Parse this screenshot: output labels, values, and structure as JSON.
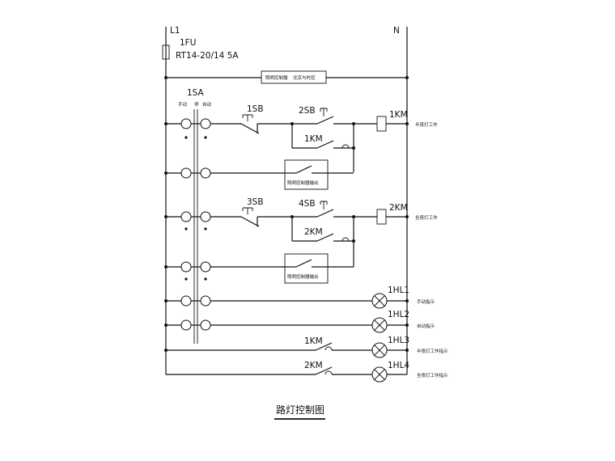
{
  "supply": {
    "phase": "L1",
    "neutral": "N",
    "fuse_id": "1FU",
    "fuse_spec": "RT14-20/14 5A"
  },
  "controller_box": {
    "name": "照明控制器",
    "note": "北京与时控"
  },
  "selector": {
    "id": "1SA",
    "pos_manual": "手动",
    "pos_off": "停",
    "pos_auto": "自动"
  },
  "buttons": {
    "stop1": "1SB",
    "start1": "2SB",
    "stop2": "3SB",
    "start2": "4SB"
  },
  "contactors": {
    "km1": "1KM",
    "km2": "2KM",
    "km1_aux": "1KM",
    "km2_aux": "2KM",
    "km1_hold": "1KM",
    "km2_hold": "2KM",
    "km1_desc": "半夜灯工作",
    "km2_desc": "全夜灯工作"
  },
  "controller_outputs": {
    "out1": "照明控制器输出",
    "out2": "照明控制器输出"
  },
  "lamps": {
    "hl1": "1HL1",
    "hl2": "1HL2",
    "hl3": "1HL3",
    "hl4": "1HL4",
    "hl1_desc": "手动指示",
    "hl2_desc": "自动指示",
    "hl3_desc": "半夜灯工作指示",
    "hl4_desc": "全夜灯工作指示"
  },
  "title": "路灯控制图"
}
